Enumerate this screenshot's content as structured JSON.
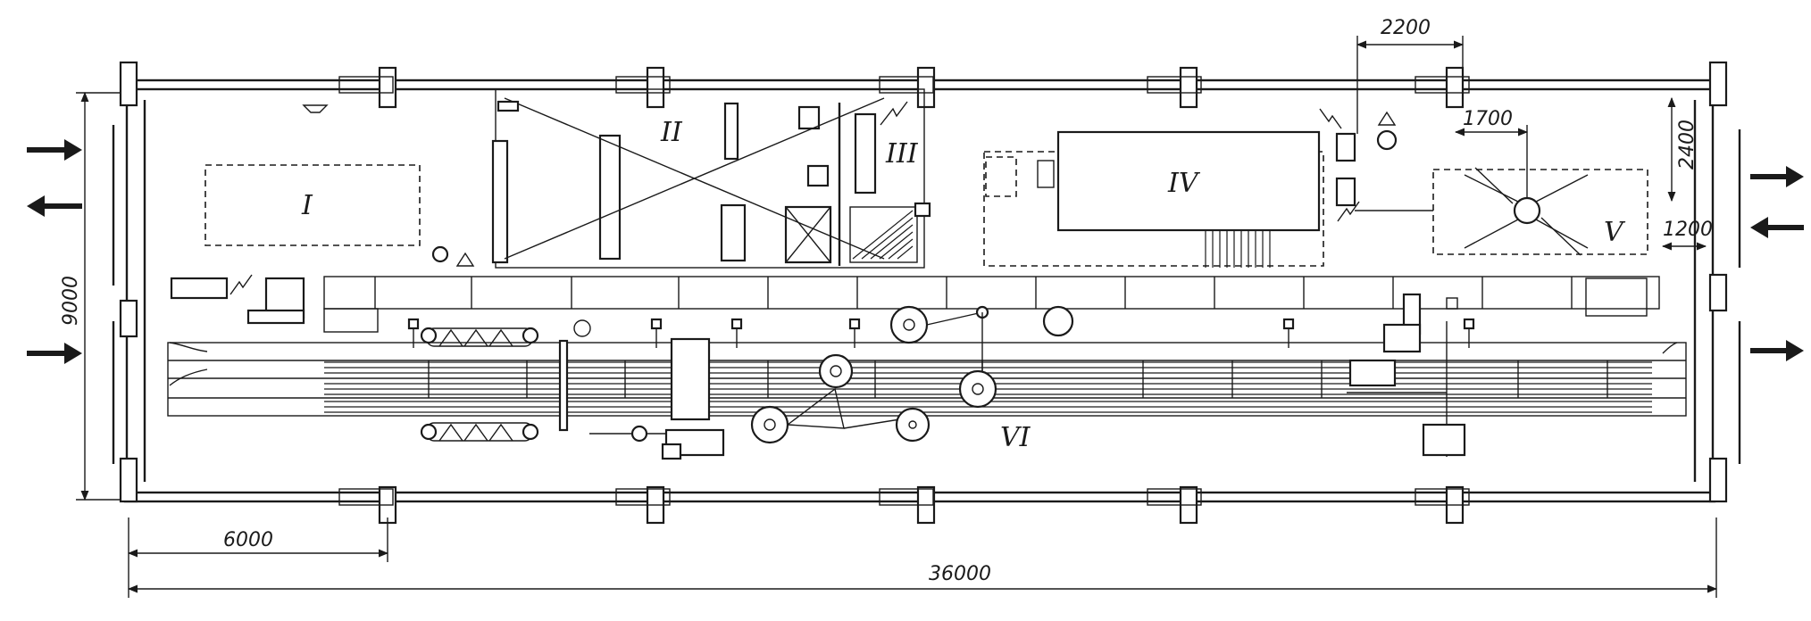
{
  "room_labels": {
    "r1": "I",
    "r2": "II",
    "r3": "III",
    "r4": "IV",
    "r5": "V",
    "r6": "VI"
  },
  "dimensions": {
    "top_gap": "2200",
    "post_spacing": "1700",
    "side_clear": "2400",
    "right_clear": "1200",
    "hall_width": "9000",
    "bay": "6000",
    "total_length": "36000"
  }
}
